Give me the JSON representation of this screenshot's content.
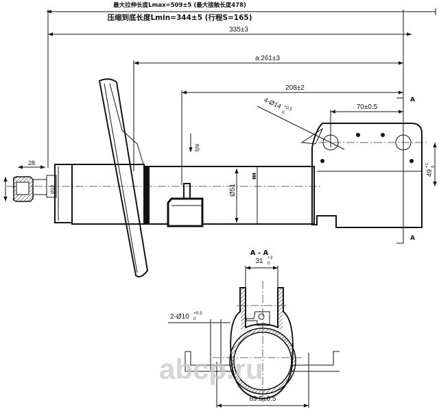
{
  "drawing": {
    "max_length": "最大拉伸长度Lmax=509±5 (最大接触长度478)",
    "min_length": "压缩到底长度Lmin=344±5 (行程S=165)",
    "dim_335": "335±3",
    "dim_a261": "a:261±3",
    "dim_208": "208±2",
    "holes_4": "4-Ø14",
    "holes_4_tol_upper": "+0.5",
    "holes_4_tol_lower": "0",
    "dim_70": "70±0.5",
    "section_mark_top": "A",
    "section_mark_bottom": "A",
    "dim_49": "49",
    "dim_49_tol_upper": "+1",
    "dim_49_tol_lower": "0",
    "dim_28": "28",
    "dia_22": "Ø22",
    "dia_51": "Ø51",
    "view_b": "B向"
  },
  "section": {
    "title": "A - A",
    "dim_31": "31",
    "dim_31_tol_upper": "+3",
    "dim_31_tol_lower": "0",
    "holes_2": "2-Ø10",
    "holes_2_tol_upper": "+0.5",
    "holes_2_tol_lower": "0",
    "dim_89": "89.5±0.5"
  },
  "watermark": "abcp.ru"
}
